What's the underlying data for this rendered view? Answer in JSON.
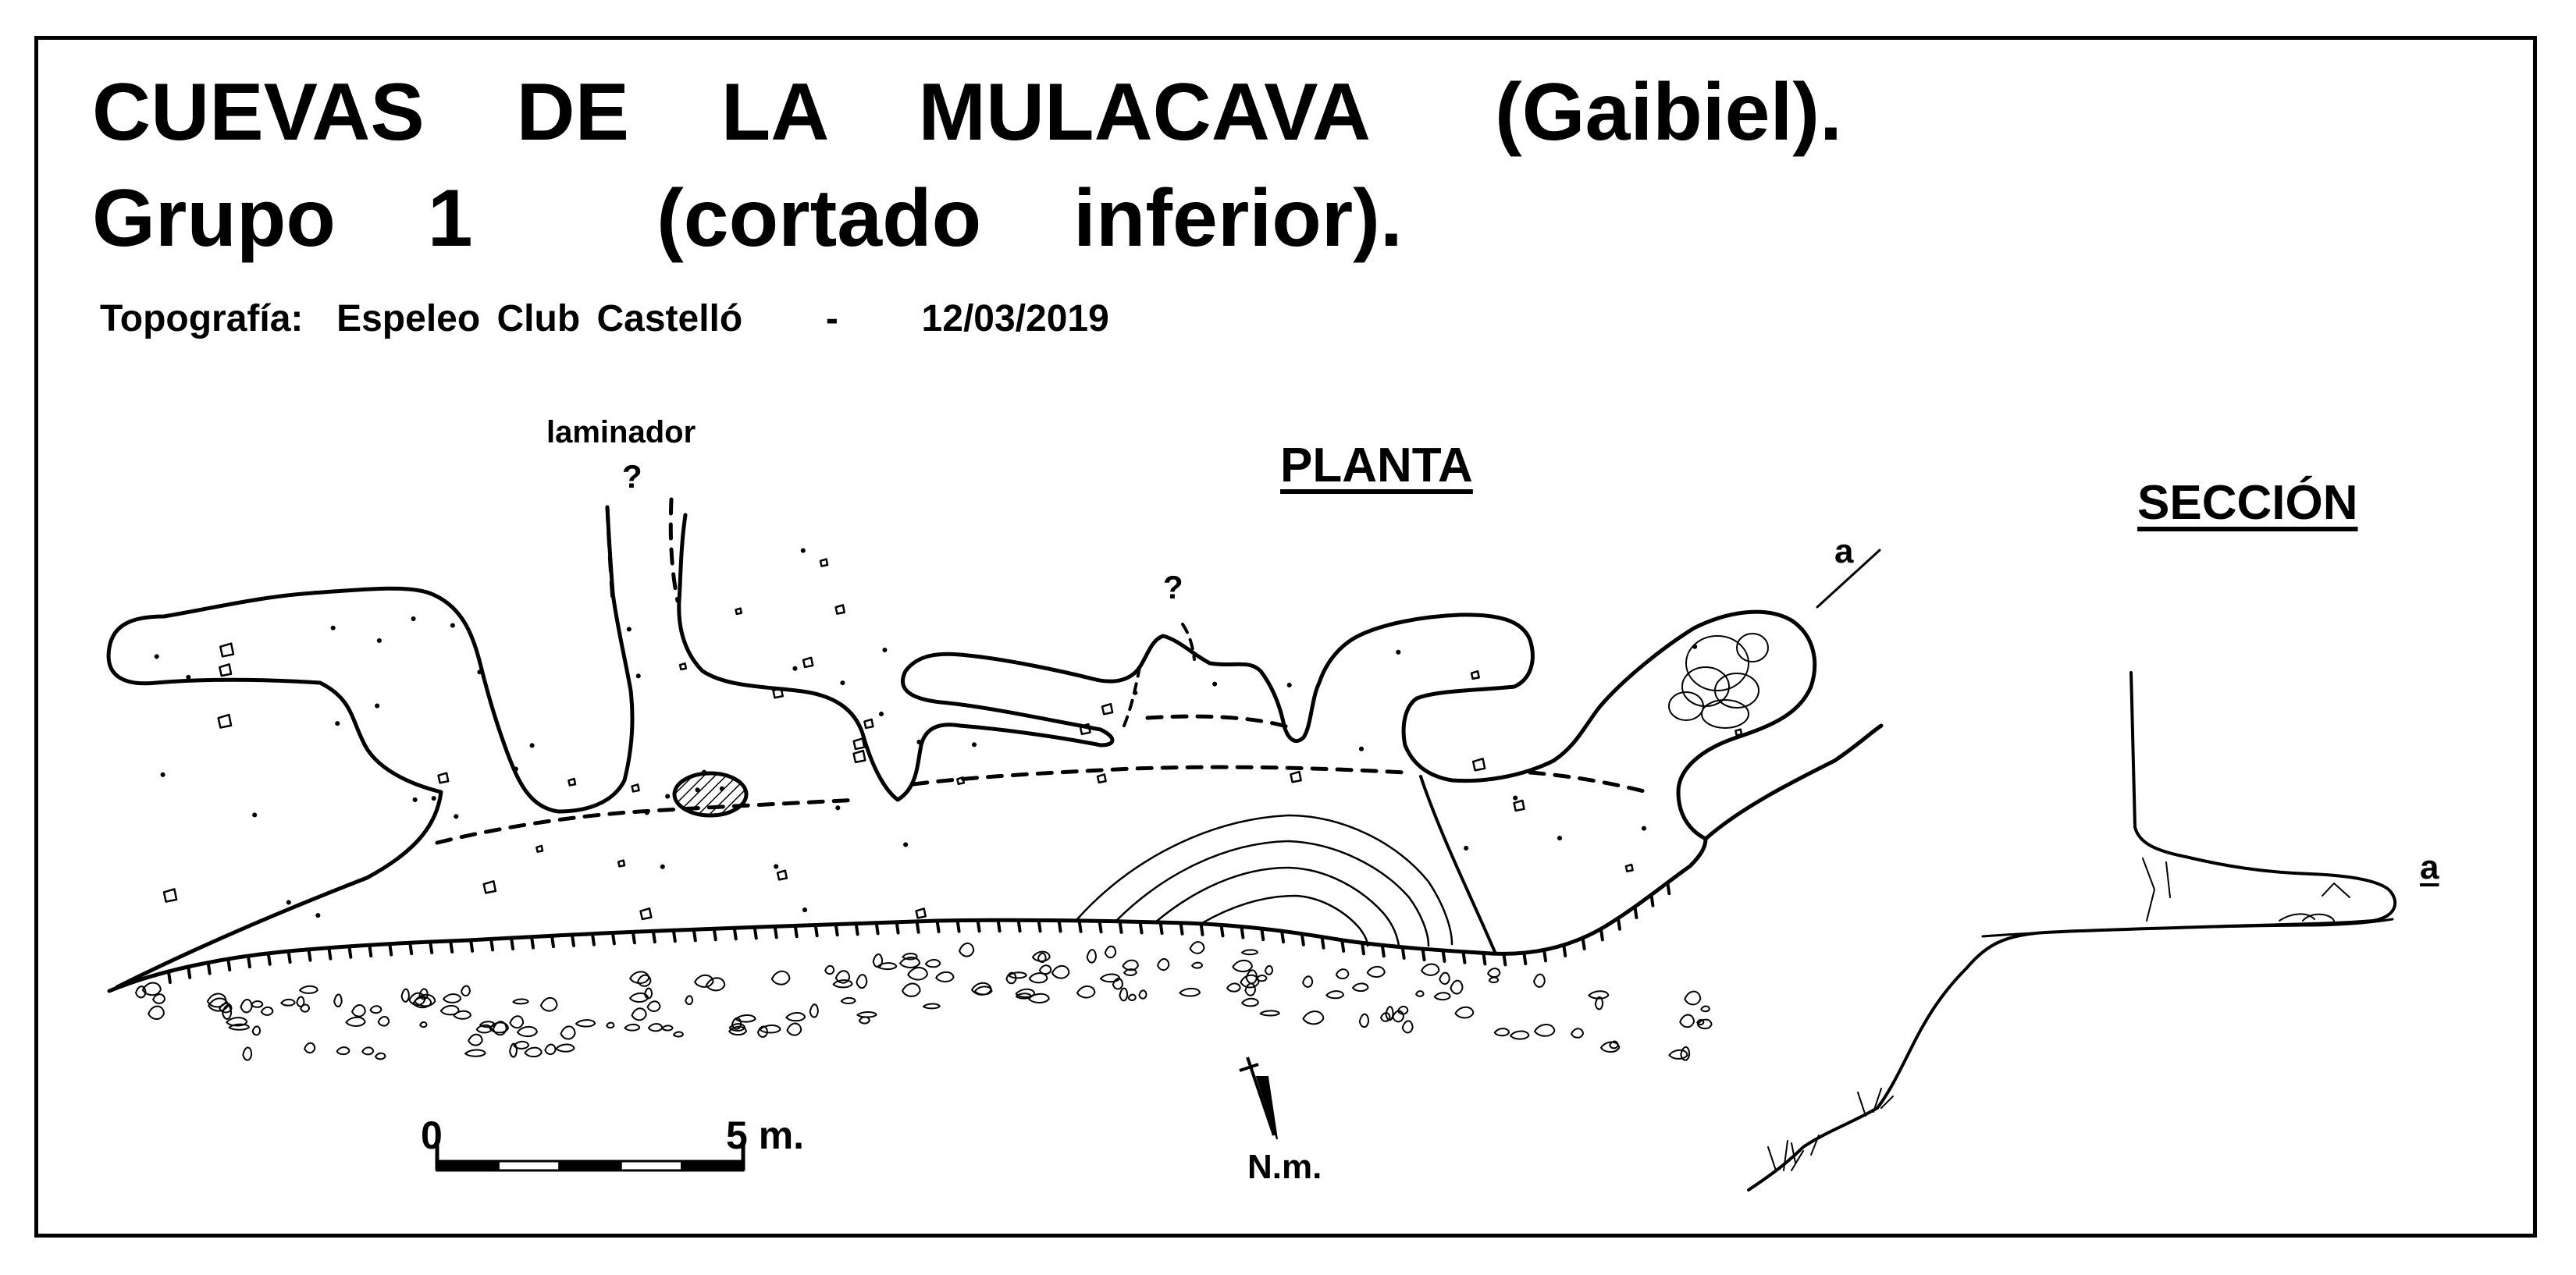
{
  "title": {
    "line1": "CUEVAS  DE  LA  MULACAVA",
    "line1_extra": "(Gaibiel).",
    "line2": "Grupo  1    (cortado  inferior)."
  },
  "credit": "Topografía:  Espeleo Club Castelló     -     12/03/2019",
  "views": {
    "plan_label": "PLANTA",
    "section_label": "SECCIÓN"
  },
  "annotations": {
    "laminador": "laminador",
    "question_1": "?",
    "question_2": "?",
    "section_marker_plan": "a",
    "section_marker_profile": "a"
  },
  "scale_bar": {
    "start_label": "0",
    "end_label": "5 m.",
    "length_m": 5,
    "divisions": 5
  },
  "north": {
    "label": "N.m."
  },
  "colors": {
    "ink": "#000000",
    "background": "#ffffff"
  }
}
